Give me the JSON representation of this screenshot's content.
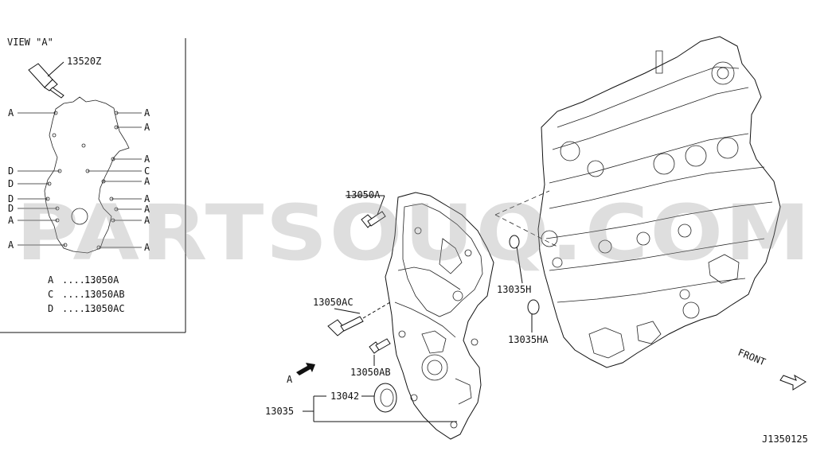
{
  "view_label": "VIEW \"A\"",
  "sealant_part": "13520Z",
  "side_markers": {
    "left": [
      "A",
      "D",
      "D",
      "D",
      "D",
      "A",
      "A"
    ],
    "right": [
      "A",
      "A",
      "A",
      "C",
      "A",
      "A",
      "A",
      "A",
      "A"
    ]
  },
  "legend": [
    {
      "key": "A",
      "dots": "......",
      "part": "13050A"
    },
    {
      "key": "C",
      "dots": "......",
      "part": "13050AB"
    },
    {
      "key": "D",
      "dots": "......",
      "part": "13050AC"
    }
  ],
  "callouts": {
    "bolt_a": "13050A",
    "bolt_ac": "13050AC",
    "bolt_ab": "13050AB",
    "oring_h": "13035H",
    "oring_ha": "13035HA",
    "seal": "13042",
    "cover": "13035",
    "view_arrow": "A"
  },
  "front_label": "FRONT",
  "diagram_code": "J1350125",
  "watermark": "PARTSOUQ.COM"
}
